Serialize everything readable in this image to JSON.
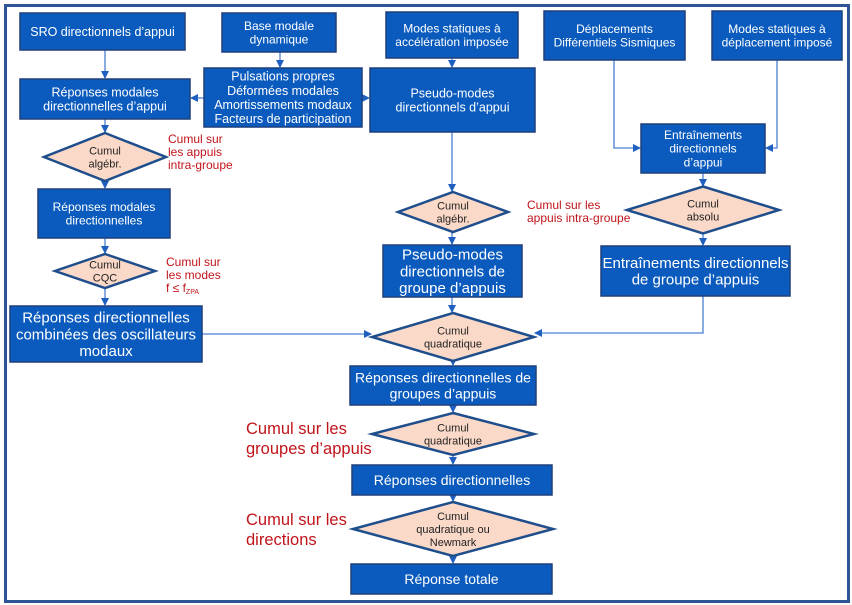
{
  "colors": {
    "box_fill": "#0a5bbd",
    "diamond_fill": "#fbd9c8",
    "diamond_stroke": "#1f4e8c",
    "edge": "#4a7fd0",
    "note": "#c0141b",
    "frame": "#2f5597"
  },
  "boxes": {
    "sro": [
      "SRO directionnels d’appui"
    ],
    "base_modale": [
      "Base modale",
      "dynamique"
    ],
    "modes_accel": [
      "Modes statiques à",
      "accélération imposée"
    ],
    "deplacements": [
      "Déplacements",
      "Différentiels Sismiques"
    ],
    "modes_depl": [
      "Modes statiques à",
      "déplacement imposé"
    ],
    "rep_modales_appui": [
      "Réponses modales",
      "directionnelles d’appui"
    ],
    "pulsations": [
      "Pulsations propres",
      "Déformées modales",
      "Amortissements modaux",
      "Facteurs de participation"
    ],
    "pseudo_appui": [
      "Pseudo-modes",
      "directionnels d’appui"
    ],
    "entrainements_appui": [
      "Entraînements",
      "directionnels",
      "d’appui"
    ],
    "rep_modales_dir": [
      "Réponses modales",
      "directionnelles"
    ],
    "pseudo_groupe": [
      "Pseudo-modes",
      "directionnels  de",
      "groupe d’appuis"
    ],
    "entrainements_groupe": [
      "Entraînements directionnels",
      "de groupe d’appuis"
    ],
    "combinees": [
      "Réponses directionnelles",
      "combinées des oscillateurs",
      "modaux"
    ],
    "rep_groupes": [
      "Réponses directionnelles de",
      "groupes d’appuis"
    ],
    "rep_dir": [
      "Réponses directionnelles"
    ],
    "rep_totale": [
      "Réponse totale"
    ]
  },
  "diamonds": {
    "algebr_left": [
      "Cumul",
      "algébr."
    ],
    "cqc": [
      "Cumul",
      "CQC"
    ],
    "algebr_mid": [
      "Cumul",
      "algébr."
    ],
    "absolu": [
      "Cumul",
      "absolu"
    ],
    "quad1": [
      "Cumul",
      "quadratique"
    ],
    "quad2": [
      "Cumul",
      "quadratique"
    ],
    "quad_newmark": [
      "Cumul",
      "quadratique ou",
      "Newmark"
    ]
  },
  "notes": {
    "appuis_left": [
      "Cumul sur",
      "les appuis",
      "intra-groupe"
    ],
    "modes": [
      "Cumul sur",
      "les modes",
      "f ≤ f",
      "ZPA"
    ],
    "appuis_mid": [
      "Cumul sur les",
      "appuis intra-groupe"
    ],
    "groupes": [
      "Cumul sur les",
      "groupes d’appuis"
    ],
    "directions": [
      "Cumul sur les",
      "directions"
    ]
  }
}
